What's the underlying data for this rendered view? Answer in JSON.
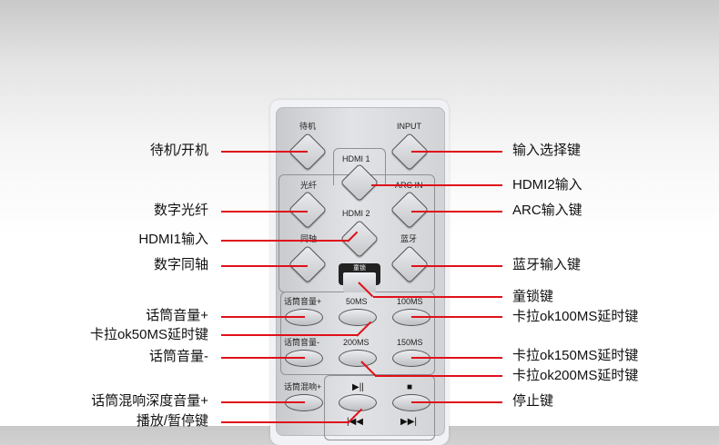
{
  "remote": {
    "labels": {
      "standby": "待机",
      "input": "INPUT",
      "hdmi1": "HDMI 1",
      "optical": "光纤",
      "arc_in": "ARC IN",
      "hdmi2": "HDMI 2",
      "coaxial": "同轴",
      "bluetooth": "蓝牙",
      "lock": "童锁",
      "mic_vol_up": "话筒音量+",
      "ms50": "50MS",
      "ms100": "100MS",
      "mic_vol_down": "话筒音量-",
      "ms200": "200MS",
      "ms150": "150MS",
      "mic_reverb_up": "话筒混响+",
      "play_pause_symbol": "▶||",
      "stop_symbol": "■",
      "prev_symbol": "|◀◀",
      "next_symbol": "▶▶|"
    }
  },
  "callouts": {
    "left": {
      "standby_power": "待机/开机",
      "digital_optical": "数字光纤",
      "hdmi1_input": "HDMI1输入",
      "digital_coaxial": "数字同轴",
      "mic_vol_up": "话筒音量+",
      "karaoke_50ms": "卡拉ok50MS延时键",
      "mic_vol_down": "话筒音量-",
      "mic_reverb_depth_up": "话筒混响深度音量+",
      "play_pause": "播放/暂停键"
    },
    "right": {
      "input_select": "输入选择键",
      "hdmi2_input": "HDMI2输入",
      "arc_input": "ARC输入键",
      "bluetooth_input": "蓝牙输入键",
      "child_lock": "童锁键",
      "karaoke_100ms": "卡拉ok100MS延时键",
      "karaoke_150ms": "卡拉ok150MS延时键",
      "karaoke_200ms": "卡拉ok200MS延时键",
      "stop": "停止键"
    }
  },
  "colors": {
    "callout_line": "#e0101a"
  }
}
